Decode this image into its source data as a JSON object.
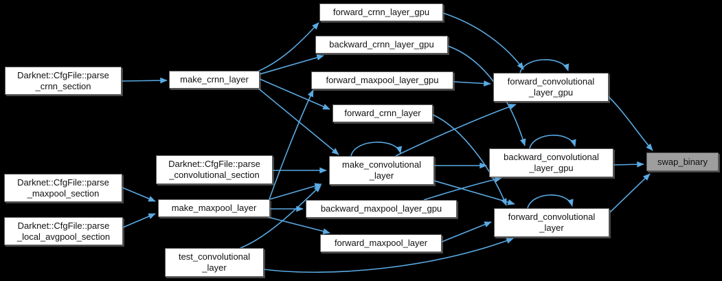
{
  "graph": {
    "title": "swap_binary caller graph",
    "colors": {
      "bg": "#000000",
      "edge": "#5aabe4",
      "node-fill": "#ffffff",
      "node-border": "#5f5f5f",
      "hl-fill": "#9e9e9e",
      "hl-border": "#666666",
      "text": "#111111"
    },
    "nodes": [
      {
        "id": "parse-crnn-section",
        "lines": [
          "Darknet::CfgFile::parse",
          "_crnn_section"
        ]
      },
      {
        "id": "make-crnn-layer",
        "lines": [
          "make_crnn_layer"
        ]
      },
      {
        "id": "forward-crnn-layer-gpu",
        "lines": [
          "forward_crnn_layer_gpu"
        ]
      },
      {
        "id": "backward-crnn-layer-gpu",
        "lines": [
          "backward_crnn_layer_gpu"
        ]
      },
      {
        "id": "forward-maxpool-layer-gpu",
        "lines": [
          "forward_maxpool_layer_gpu"
        ]
      },
      {
        "id": "forward-crnn-layer",
        "lines": [
          "forward_crnn_layer"
        ]
      },
      {
        "id": "forward-convolutional-layer-gpu",
        "lines": [
          "forward_convolutional",
          "_layer_gpu"
        ]
      },
      {
        "id": "parse-convolutional-section",
        "lines": [
          "Darknet::CfgFile::parse",
          "_convolutional_section"
        ]
      },
      {
        "id": "make-convolutional-layer",
        "lines": [
          "make_convolutional",
          "_layer"
        ]
      },
      {
        "id": "backward-convolutional-layer-gpu",
        "lines": [
          "backward_convolutional",
          "_layer_gpu"
        ]
      },
      {
        "id": "swap-binary",
        "lines": [
          "swap_binary"
        ],
        "highlighted": true
      },
      {
        "id": "parse-maxpool-section",
        "lines": [
          "Darknet::CfgFile::parse",
          "_maxpool_section"
        ]
      },
      {
        "id": "make-maxpool-layer",
        "lines": [
          "make_maxpool_layer"
        ]
      },
      {
        "id": "backward-maxpool-layer-gpu",
        "lines": [
          "backward_maxpool_layer_gpu"
        ]
      },
      {
        "id": "parse-local-avgpool-section",
        "lines": [
          "Darknet::CfgFile::parse",
          "_local_avgpool_section"
        ]
      },
      {
        "id": "forward-convolutional-layer",
        "lines": [
          "forward_convolutional",
          "_layer"
        ]
      },
      {
        "id": "forward-maxpool-layer",
        "lines": [
          "forward_maxpool_layer"
        ]
      },
      {
        "id": "test-convolutional-layer",
        "lines": [
          "test_convolutional",
          "_layer"
        ]
      }
    ],
    "edges": [
      {
        "from": "parse-crnn-section",
        "to": "make-crnn-layer"
      },
      {
        "from": "make-crnn-layer",
        "to": "forward_crnn_layer_gpu"
      },
      {
        "from": "make-crnn-layer",
        "to": "backward_crnn_layer_gpu"
      },
      {
        "from": "make-crnn-layer",
        "to": "forward_crnn_layer"
      },
      {
        "from": "make-crnn-layer",
        "to": "make_convolutional_layer"
      },
      {
        "from": "forward-crnn-layer-gpu",
        "to": "forward_convolutional_layer_gpu"
      },
      {
        "from": "backward-crnn-layer-gpu",
        "to": "backward_convolutional_layer_gpu"
      },
      {
        "from": "forward-maxpool-layer-gpu",
        "to": "forward_convolutional_layer_gpu"
      },
      {
        "from": "forward-crnn-layer",
        "to": "forward_convolutional_layer"
      },
      {
        "from": "parse-convolutional-section",
        "to": "make_convolutional_layer"
      },
      {
        "from": "make-convolutional-layer",
        "to": "forward_convolutional_layer_gpu"
      },
      {
        "from": "make-convolutional-layer",
        "to": "backward_convolutional_layer_gpu"
      },
      {
        "from": "make-convolutional-layer",
        "to": "forward_convolutional_layer"
      },
      {
        "from": "make-convolutional-layer",
        "to": "make_convolutional_layer"
      },
      {
        "from": "parse-maxpool-section",
        "to": "make_maxpool_layer"
      },
      {
        "from": "parse-local-avgpool-section",
        "to": "make_maxpool_layer"
      },
      {
        "from": "make-maxpool-layer",
        "to": "forward_maxpool_layer_gpu"
      },
      {
        "from": "make-maxpool-layer",
        "to": "backward_maxpool_layer_gpu"
      },
      {
        "from": "make-maxpool-layer",
        "to": "forward_maxpool_layer"
      },
      {
        "from": "make-maxpool-layer",
        "to": "make_convolutional_layer"
      },
      {
        "from": "backward-maxpool-layer-gpu",
        "to": "backward_convolutional_layer_gpu"
      },
      {
        "from": "forward-maxpool-layer",
        "to": "forward_convolutional_layer"
      },
      {
        "from": "test-convolutional-layer",
        "to": "make_convolutional_layer"
      },
      {
        "from": "test-convolutional-layer",
        "to": "forward_convolutional_layer"
      },
      {
        "from": "forward-convolutional-layer-gpu",
        "to": "swap_binary"
      },
      {
        "from": "backward-convolutional-layer-gpu",
        "to": "swap_binary"
      },
      {
        "from": "forward-convolutional-layer",
        "to": "swap_binary"
      },
      {
        "from": "forward-convolutional-layer-gpu",
        "to": "forward_convolutional_layer_gpu"
      },
      {
        "from": "backward-convolutional-layer-gpu",
        "to": "backward_convolutional_layer_gpu"
      },
      {
        "from": "forward-convolutional-layer",
        "to": "forward_convolutional_layer"
      }
    ]
  }
}
